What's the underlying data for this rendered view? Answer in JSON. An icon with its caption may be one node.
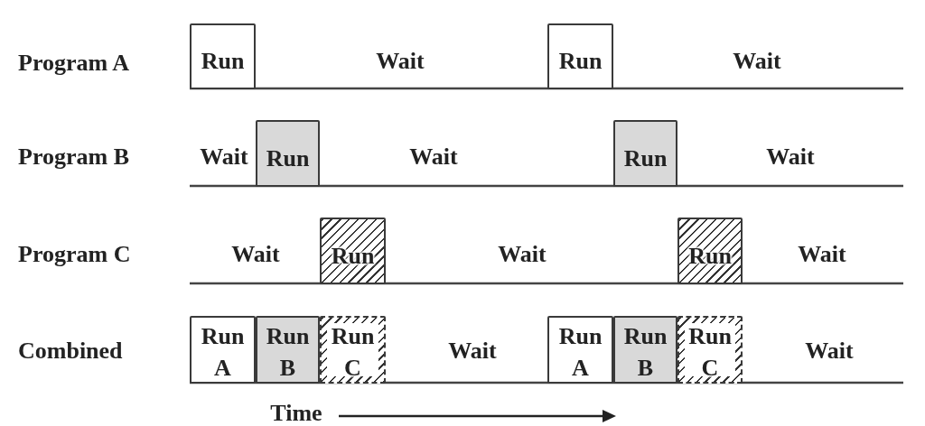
{
  "diagram": {
    "nodes": [
      {
        "text": [
          "Run"
        ]
      },
      {
        "text": [
          "Run"
        ]
      },
      {
        "text": [
          "Run"
        ]
      },
      {
        "text": [
          "Run"
        ]
      },
      {
        "text": [
          "Run"
        ]
      },
      {
        "text": [
          "Run"
        ]
      },
      {
        "text": [
          "Run A"
        ]
      },
      {
        "text": [
          "Run B"
        ]
      },
      {
        "text": [
          "Run C"
        ]
      },
      {
        "text": [
          "Run A"
        ]
      },
      {
        "text": [
          "Run B"
        ]
      },
      {
        "text": [
          "Run C"
        ]
      }
    ],
    "labels": [
      "Program A",
      "Wait",
      "Wait",
      "Program B",
      "Wait",
      "Wait",
      "Wait",
      "Program C",
      "Wait",
      "Wait",
      "Wait",
      "Combined",
      "Wait",
      "Wait",
      "Time"
    ]
  }
}
